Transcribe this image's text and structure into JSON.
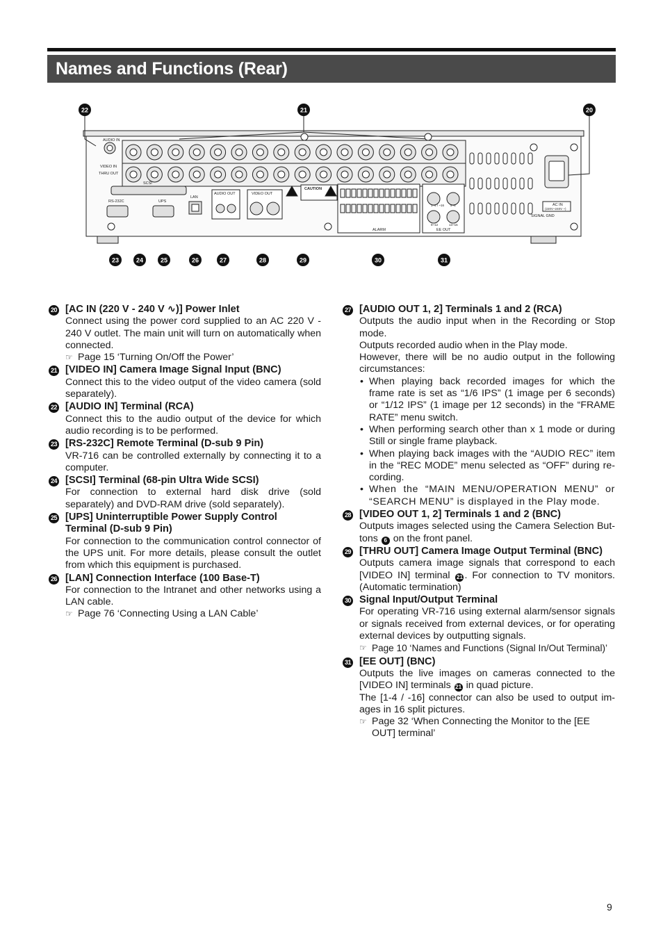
{
  "page": {
    "title": "Names and Functions (Rear)",
    "page_number": "9"
  },
  "diagram": {
    "callouts_top": [
      "22",
      "21",
      "20"
    ],
    "callouts_bottom": [
      "23",
      "24",
      "25",
      "26",
      "27",
      "28",
      "29",
      "30",
      "31"
    ],
    "panel_labels": {
      "audio_in": "AUDIO IN",
      "video_in": "VIDEO IN",
      "thru_out": "THRU OUT",
      "scsi": "SCSI",
      "rs232c": "RS-232C",
      "ups": "UPS",
      "lan": "LAN",
      "audio_out": "AUDIO OUT",
      "video_out": "VIDEO OUT",
      "caution": "CAUTION",
      "alarm": "ALARM",
      "ee_out": "EE OUT",
      "ee_1": "1~4 / ~16",
      "ee_2": "5~8",
      "ee_3": "9~12",
      "ee_4": "13~16",
      "ac_in": "AC IN",
      "ac_range": "(220V~240V ~)",
      "signal_gnd": "SIGNAL GND"
    }
  },
  "left_items": [
    {
      "num": "20",
      "title": "[AC IN (220 V - 240 V ∿)] Power Inlet",
      "paras": [
        "Connect using the power cord supplied to an AC 220 V - 240 V outlet. The main unit will turn on automatically when connected."
      ],
      "ref": "Page 15 ‘Turning On/Off the Power’"
    },
    {
      "num": "21",
      "title": "[VIDEO IN] Camera Image Signal Input (BNC)",
      "paras": [
        "Connect this to the video output of the video camera (sold separately)."
      ]
    },
    {
      "num": "22",
      "title": "[AUDIO IN] Terminal (RCA)",
      "paras": [
        "Connect this to the audio output of the device for which audio recording is to be performed."
      ]
    },
    {
      "num": "23",
      "title": "[RS-232C] Remote Terminal (D-sub 9 Pin)",
      "paras": [
        "VR-716 can be controlled externally by connecting it to a computer."
      ]
    },
    {
      "num": "24",
      "title": "[SCSI] Terminal (68-pin Ultra Wide SCSI)",
      "paras": [
        "For connection to external hard disk drive (sold separately) and DVD-RAM drive (sold separately)."
      ]
    },
    {
      "num": "25",
      "title": "[UPS] Uninterruptible Power Supply Control Terminal (D-sub 9 Pin)",
      "paras": [
        "For connection to the communication control connector of the UPS unit. For more details, please consult the outlet from which this equipment is purchased."
      ]
    },
    {
      "num": "26",
      "title": "[LAN] Connection Interface (100 Base-T)",
      "paras": [
        "For connection to the Intranet and other networks using a LAN cable."
      ],
      "ref": "Page 76 ‘Connecting Using a LAN Cable’"
    }
  ],
  "item27": {
    "num": "27",
    "title": "[AUDIO OUT 1, 2] Terminals 1 and 2 (RCA)",
    "paras": [
      "Outputs the audio input when in the Recording or Stop mode.",
      "Outputs recorded audio when in the Play mode.",
      "However, there will be no audio output in the following circumstances:"
    ],
    "bullets": [
      "When playing back recorded images for which the frame rate is set as “1/6 IPS” (1 image per 6 seconds) or “1/12 IPS” (1 image per 12 seconds) in the “FRAME RATE” menu switch.",
      "When performing search other than  x 1 mode or during Still or single frame playback.",
      "When playing back images with the “AUDIO REC” item in the “REC MODE” menu selected as “OFF” during re-cording.",
      "When the “MAIN MENU/OPERATION MENU” or “SEARCH MENU” is displayed in the Play mode."
    ]
  },
  "item28": {
    "num": "28",
    "title": "[VIDEO OUT 1, 2] Terminals 1 and 2 (BNC)",
    "text_before": "Outputs images selected using the Camera Selection But-tons",
    "inline_num": "6",
    "text_after": "on the front panel."
  },
  "item29": {
    "num": "29",
    "title": "[THRU OUT] Camera Image Output Terminal (BNC)",
    "text_before": "Outputs camera image signals that correspond to each [VIDEO IN] terminal",
    "inline_num": "21",
    "text_after": ". For connection to TV monitors. (Automatic termination)"
  },
  "item30": {
    "num": "30",
    "title": "Signal Input/Output Terminal",
    "paras": [
      "For operating VR-716 using external alarm/sensor signals or signals received from external devices, or for operating external devices by outputting signals."
    ],
    "ref": "Page 10 ‘Names and Functions (Signal In/Out Terminal)’"
  },
  "item31": {
    "num": "31",
    "title": "[EE OUT] (BNC)",
    "text_before": "Outputs the live images on cameras connected to the [VIDEO IN] terminals",
    "inline_num": "21",
    "text_after": "in quad picture.",
    "para2": "The [1-4 / -16] connector can also be used to output im-ages in 16 split pictures.",
    "ref": "Page 32 ‘When Connecting the Monitor to the [EE OUT] terminal’"
  }
}
